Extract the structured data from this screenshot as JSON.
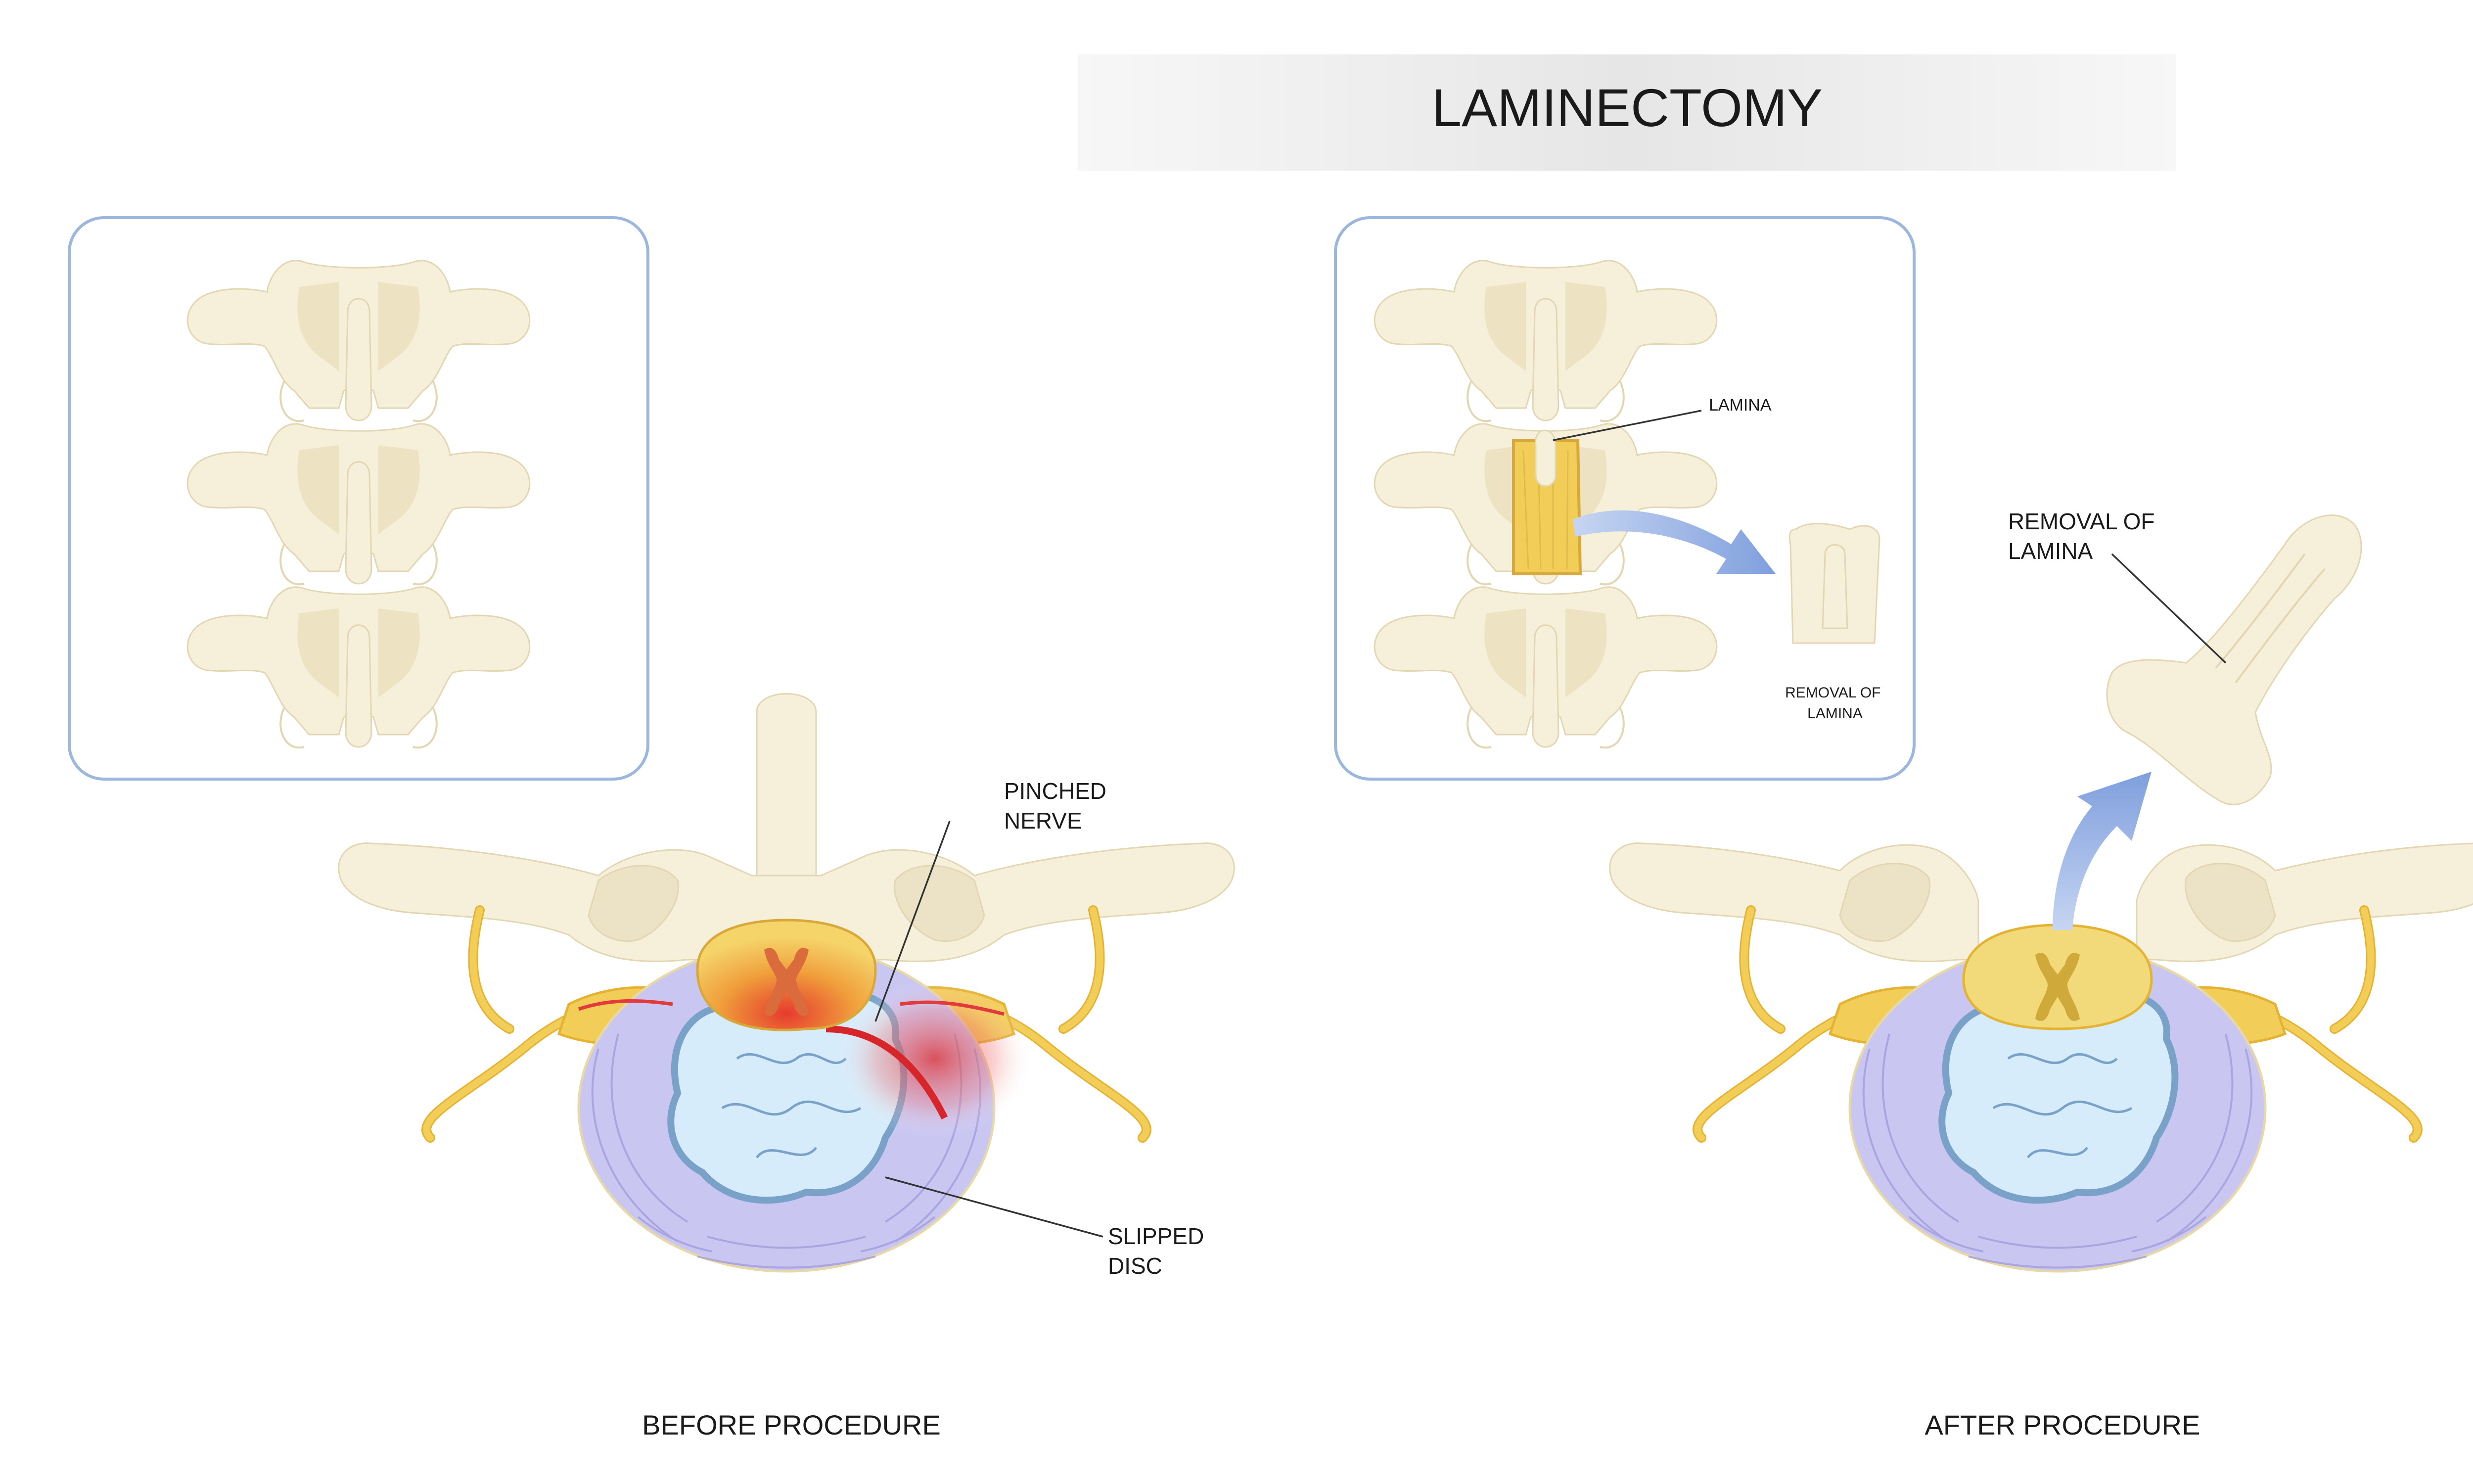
{
  "title": "LAMINECTOMY",
  "labels": {
    "lamina": "LAMINA",
    "removal_small": [
      "REMOVAL OF",
      "LAMINA"
    ],
    "removal_large": [
      "REMOVAL OF",
      "LAMINA"
    ],
    "pinched_nerve": [
      "PINCHED",
      "NERVE"
    ],
    "slipped_disc": [
      "SLIPPED",
      "DISC"
    ],
    "before": "BEFORE PROCEDURE",
    "after": "AFTER PROCEDURE"
  },
  "colors": {
    "bone": "#f6efd9",
    "disc": "#c9c6f2",
    "nucleus": "#d6ecfb",
    "nerve": "#f2cd57",
    "inflammation": "#d7262b",
    "arrow": "#8ea9e0",
    "panel_border": "#9cb6dc"
  }
}
